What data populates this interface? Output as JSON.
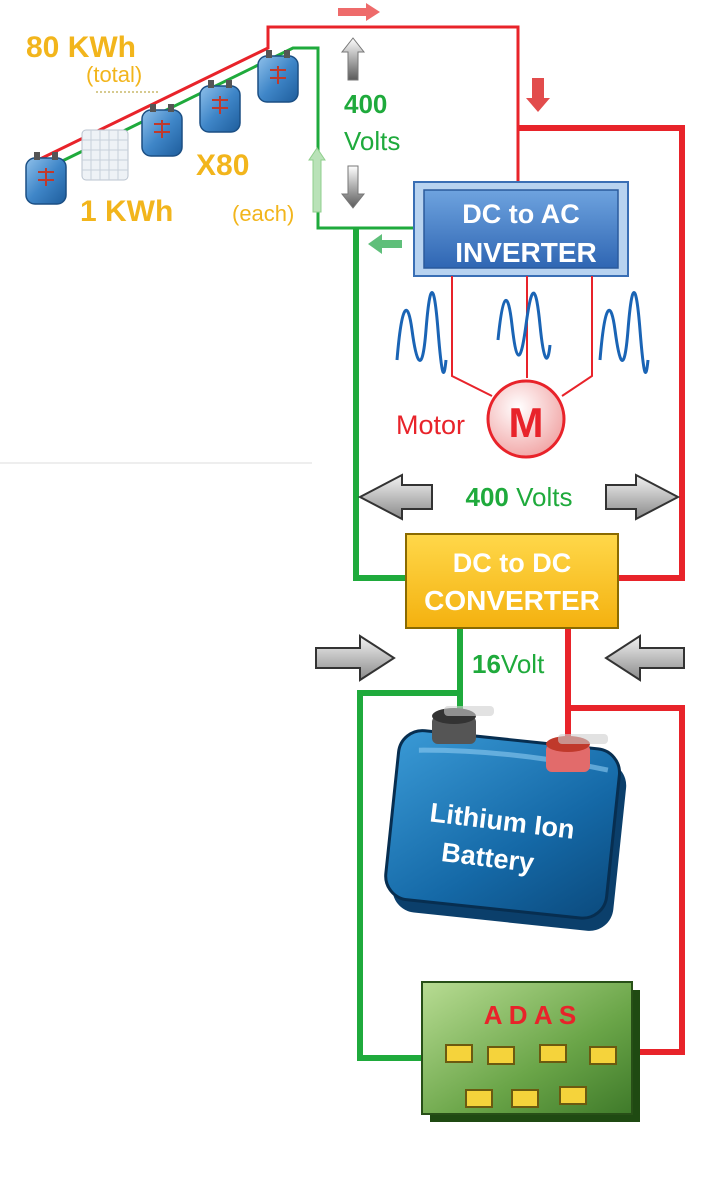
{
  "battery_pack": {
    "total_value": "80 KWh",
    "total_note": "(total)",
    "multiplier": "X80",
    "each_value": "1 KWh",
    "each_note": "(each)",
    "voltage_value": "400",
    "voltage_unit": "Volts"
  },
  "inverter": {
    "line1": "DC to AC",
    "line2": "INVERTER"
  },
  "motor": {
    "label": "Motor",
    "symbol": "M"
  },
  "bus": {
    "voltage_value": "400",
    "voltage_unit": " Volts"
  },
  "converter": {
    "line1": "DC to DC",
    "line2": "CONVERTER"
  },
  "low_voltage": {
    "value": "16",
    "unit": "Volt"
  },
  "lithium_battery": {
    "line1": "Lithium Ion",
    "line2": "Battery"
  },
  "adas": {
    "label": "A D A S"
  },
  "colors": {
    "positive_wire": "#e8232a",
    "negative_wire": "#1faa3c",
    "label_gold": "#f2b51c",
    "inverter_blue": "#3d78c4",
    "converter_yellow": "#fbc81a",
    "adas_green": "#6aa548",
    "wave_blue": "#1a64b5"
  }
}
